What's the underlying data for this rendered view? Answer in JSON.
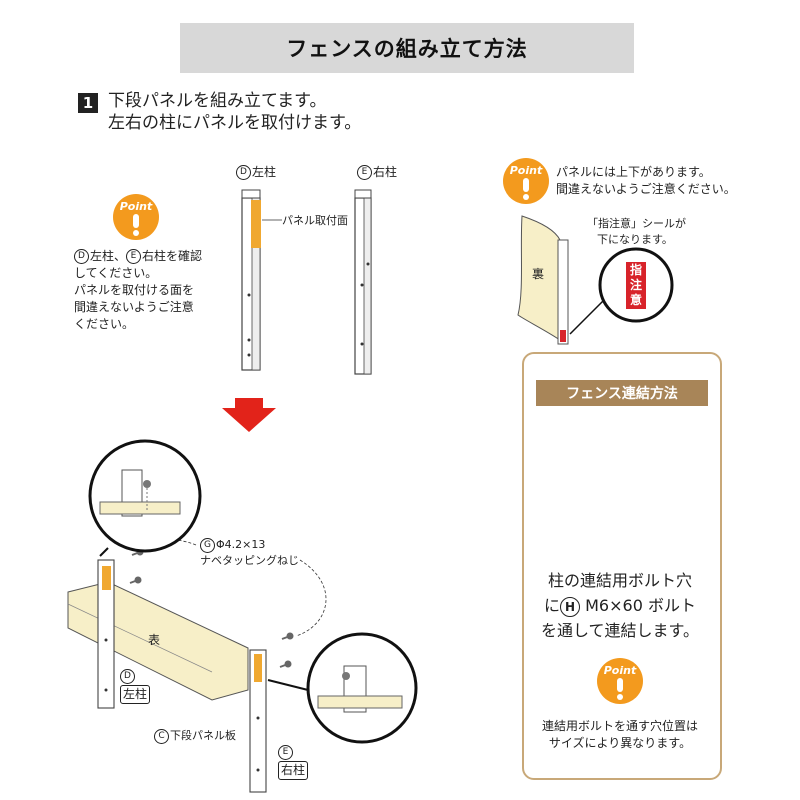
{
  "title": "フェンスの組み立て方法",
  "step": {
    "number": "1",
    "line1": "下段パネルを組み立てます。",
    "line2": "左右の柱にパネルを取付けます。"
  },
  "post_labels": {
    "left_letter": "D",
    "left_name": "左柱",
    "right_letter": "E",
    "right_name": "右柱",
    "panel_face": "パネル取付面"
  },
  "point_badge": "Point",
  "left_note": {
    "d_letter": "D",
    "d_text": "左柱、",
    "e_letter": "E",
    "e_text": "右柱を確認",
    "line2": "してください。",
    "line3": "パネルを取付ける面を",
    "line4": "間違えないようご注意",
    "line5": "ください。"
  },
  "right_note": {
    "line1": "パネルには上下があります。",
    "line2": "間違えないようご注意ください。",
    "sticker_line1": "「指注意」シールが",
    "sticker_line2": "下になります。",
    "back_label": "裏",
    "sticker_chars": [
      "指",
      "注",
      "意"
    ]
  },
  "assembly": {
    "g_letter": "G",
    "screw_spec": "Φ4.2×13",
    "screw_name": "ナベタッピングねじ",
    "front_label": "表",
    "d_letter": "D",
    "d_name": "左柱",
    "c_letter": "C",
    "c_name": "下段パネル板",
    "e_letter": "E",
    "e_name": "右柱"
  },
  "connect_box": {
    "title": "フェンス連結方法",
    "line1": "柱の連結用ボルト穴",
    "line2_pre": "に",
    "h_letter": "H",
    "line2_post": "M6×60 ボルト",
    "line3": "を通して連結します。",
    "note_line1": "連結用ボルトを通す穴位置は",
    "note_line2": "サイズにより異なります。"
  },
  "colors": {
    "badge": "#f39a1e",
    "arrow": "#e2231a",
    "panel": "#f7efc8",
    "accent_face": "#f0a830",
    "box_border": "#c8a878",
    "box_title_bg": "#a88558",
    "sticker": "#d8232a"
  }
}
